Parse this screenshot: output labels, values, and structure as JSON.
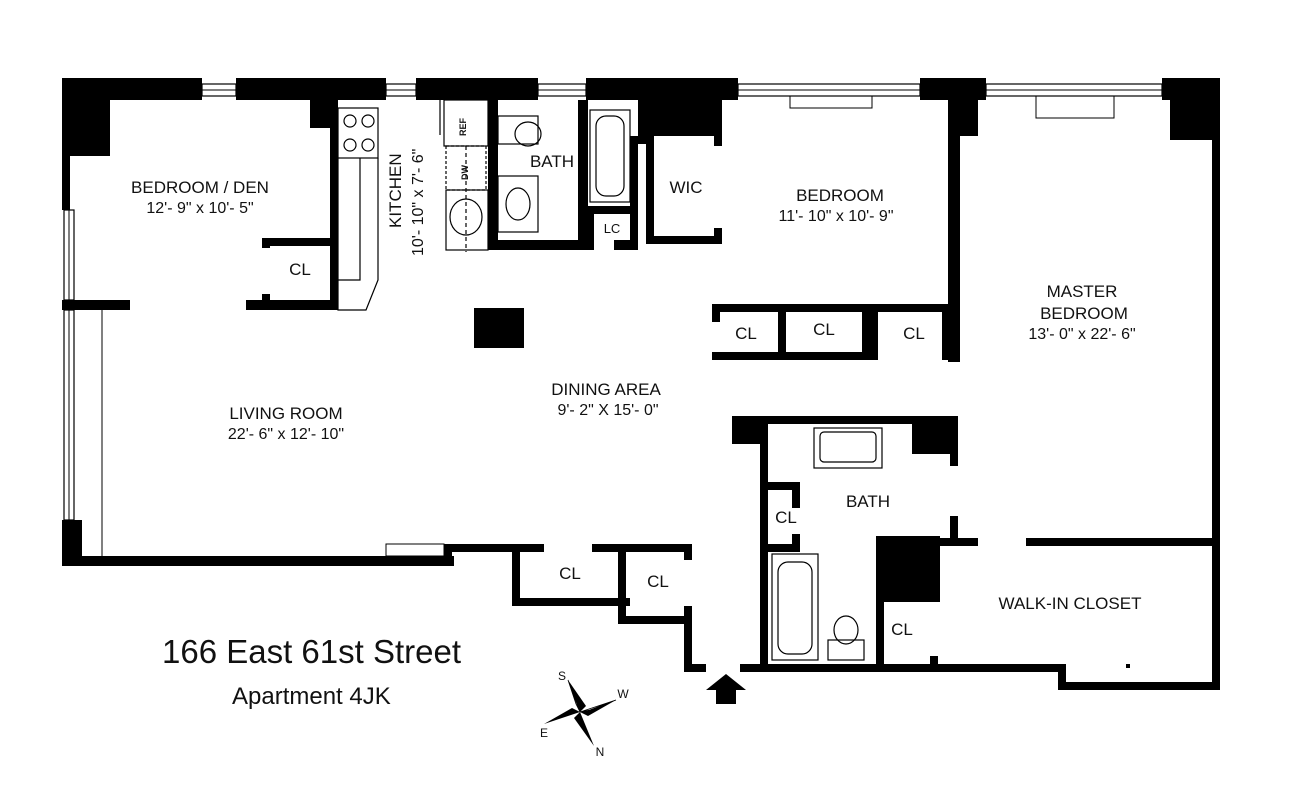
{
  "rooms": {
    "bedroom_den": {
      "name": "BEDROOM / DEN",
      "dims": "12'- 9\" x 10'- 5\""
    },
    "kitchen": {
      "name": "KITCHEN",
      "dims": "10'- 10\" x 7'- 6\""
    },
    "bath_top": {
      "name": "BATH"
    },
    "wic": {
      "name": "WIC"
    },
    "lc": {
      "name": "LC"
    },
    "bedroom": {
      "name": "BEDROOM",
      "dims": "11'- 10\" x 10'- 9\""
    },
    "master": {
      "name_line1": "MASTER",
      "name_line2": "BEDROOM",
      "dims": "13'- 0\" x 22'- 6\""
    },
    "dining": {
      "name": "DINING AREA",
      "dims": "9'- 2\" X 15'- 0\""
    },
    "living": {
      "name": "LIVING ROOM",
      "dims": "22'- 6\" x 12'- 10\""
    },
    "bath_mid": {
      "name": "BATH"
    },
    "walkin": {
      "name": "WALK-IN CLOSET"
    }
  },
  "closets": [
    "CL",
    "CL",
    "CL",
    "CL",
    "CL",
    "CL",
    "CL",
    "CL"
  ],
  "appliances": {
    "ref": "REF",
    "dw": "DW"
  },
  "address": {
    "line1": "166 East 61st Street",
    "line2": "Apartment 4JK"
  },
  "compass": {
    "s": "S",
    "w": "W",
    "e": "E",
    "n": "N"
  }
}
